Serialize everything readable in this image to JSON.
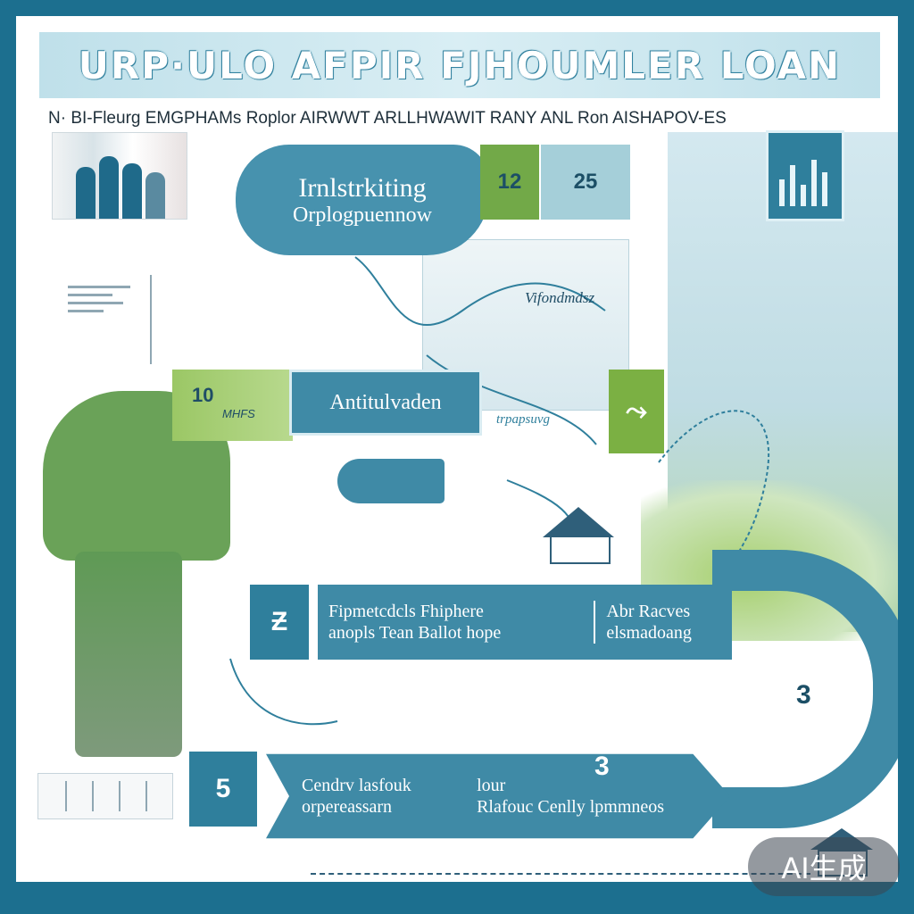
{
  "title": "URP·ULO AFPIR FJHOUMLER LOAN",
  "subtitle": "N· BI-Fleurg EMGPHAMs Roplor AIRWWT ARLLHWAWIT RANY ANL Ron AISHAPOV-ES",
  "steps": {
    "bubble_top": {
      "line1": "Irnlstrkiting",
      "line2": "Orplogpuennow"
    },
    "step_12": {
      "number": "12"
    },
    "step_25": {
      "number": "25"
    },
    "handwriting_top": "Vifondmdsz",
    "band_left": {
      "number": "10",
      "label": "MHFS"
    },
    "main_step": {
      "label": "Antitulvaden"
    },
    "handwriting_mid": "trpapsuvg",
    "green_step": {
      "symbol": "⤳"
    },
    "wide_step": {
      "icon": "Ƶ",
      "left_line1": "Fipmetcdcls Fhiphere",
      "left_line2": "anopls Tean Ballot hope",
      "right_line1": "Abr Racves",
      "right_line2": "elsmadoang"
    },
    "swoop_number": "3",
    "bottom_step": {
      "number_box": "5",
      "left_line1": "Cendrv lasfouk",
      "left_line2": "orpereassarn",
      "right_line1": "lour",
      "right_line2": "Rlafouc Cenlly lpmmneos",
      "number_inside": "3"
    }
  },
  "watermark": "AI生成",
  "colors": {
    "teal": "#3f8aa6",
    "dark_teal": "#2f7f9c",
    "green": "#7bb043",
    "frame": "#1c6f8f"
  },
  "icons": [
    "people-photo",
    "document-lines",
    "bar-chart-icon",
    "house-icon",
    "arrow-swoop"
  ]
}
